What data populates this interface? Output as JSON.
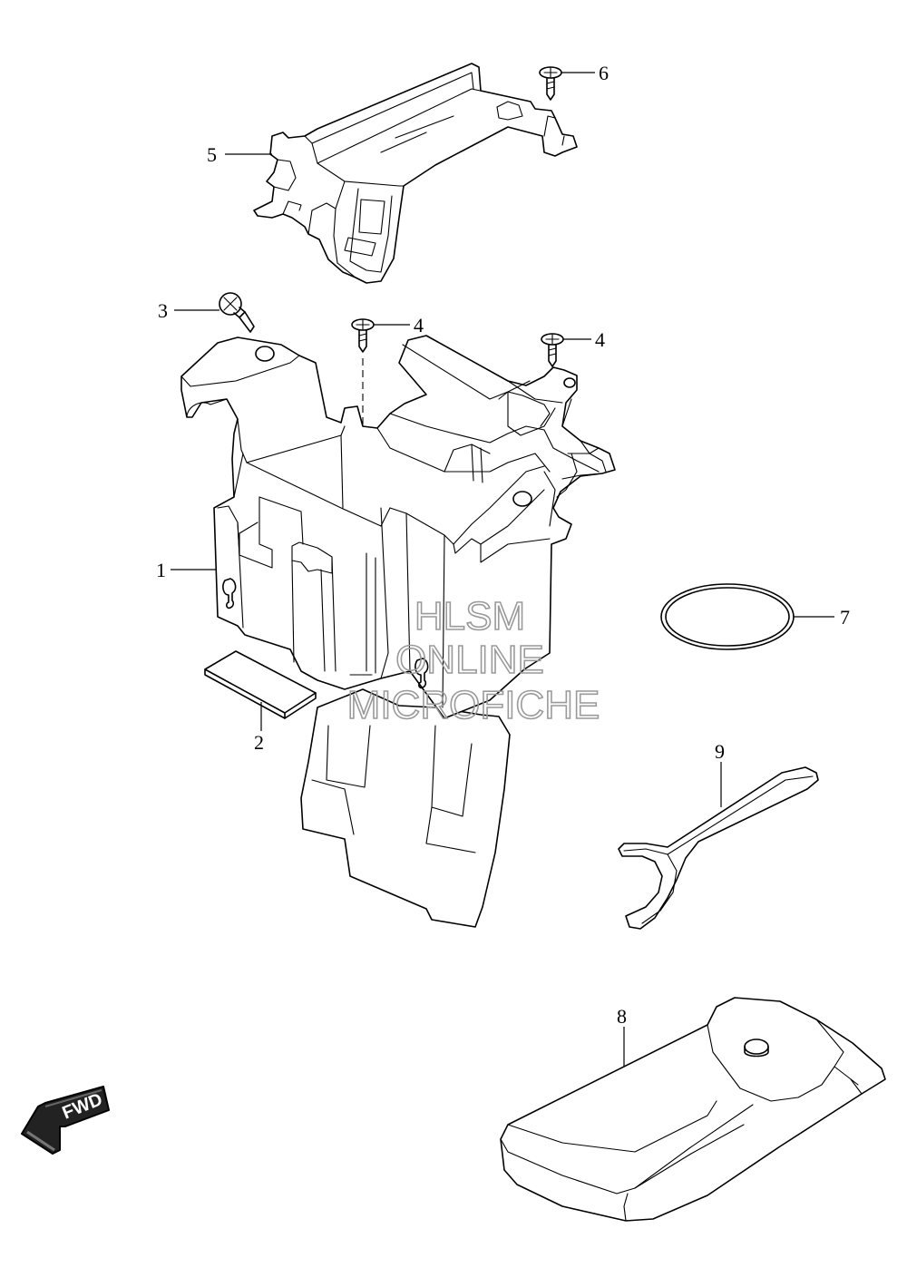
{
  "callouts": {
    "c1": "1",
    "c2": "2",
    "c3": "3",
    "c4a": "4",
    "c4b": "4",
    "c5": "5",
    "c6": "6",
    "c7": "7",
    "c8": "8",
    "c9": "9"
  },
  "watermark": {
    "line1": "HLSM",
    "line2": "ONLINE",
    "line3": "MICROFICHE"
  },
  "direction_badge": {
    "label": "FWD"
  }
}
